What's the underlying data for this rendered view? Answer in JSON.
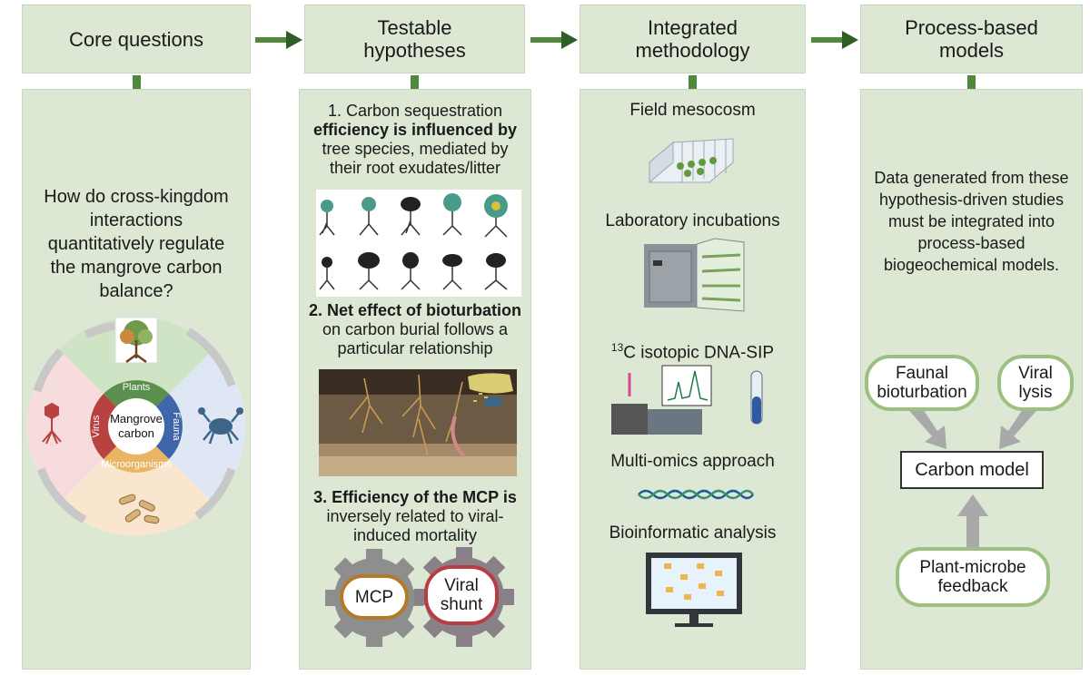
{
  "columns": [
    {
      "header": "Core questions"
    },
    {
      "header": "Testable\nhypotheses"
    },
    {
      "header": "Integrated\nmethodology"
    },
    {
      "header": "Process-based\nmodels"
    }
  ],
  "core": {
    "question": "How do cross-kingdom interactions quantitatively regulate the mangrove carbon balance?",
    "wheel": {
      "center": "Mangrove\ncarbon",
      "plants": "Plants",
      "fauna": "Fauna",
      "microorganisms": "Microorganisms",
      "virus": "Virus"
    }
  },
  "hypotheses": {
    "h1_plain": "1. Carbon sequestration",
    "h1_bold": "efficiency is influenced by",
    "h1_rest": "tree species, mediated by their root exudates/litter",
    "h2_bold": "2. Net effect of bioturbation",
    "h2_rest": "on carbon burial follows a particular relationship",
    "h3_bold": "3. Efficiency of the MCP is",
    "h3_rest": "inversely related to viral-induced mortality",
    "gear_mcp": "MCP",
    "gear_viral": "Viral\nshunt"
  },
  "methods": {
    "field": "Field mesocosm",
    "lab": "Laboratory incubations",
    "sip_sup": "13",
    "sip_text": "C isotopic DNA-SIP",
    "omics": "Multi-omics approach",
    "bioinf": "Bioinformatic analysis"
  },
  "models": {
    "text": "Data generated from these hypothesis-driven studies must be integrated into process-based biogeochemical models.",
    "faunal": "Faunal\nbioturbation",
    "viral": "Viral\nlysis",
    "carbon_model": "Carbon model",
    "plant_microbe": "Plant-microbe\nfeedback"
  },
  "colors": {
    "panel": "#dde8d4",
    "accent": "#4f8a3a",
    "plants": "#5a8f4e",
    "fauna": "#3f66a8",
    "virus": "#b8423f",
    "micro": "#e9b563"
  }
}
